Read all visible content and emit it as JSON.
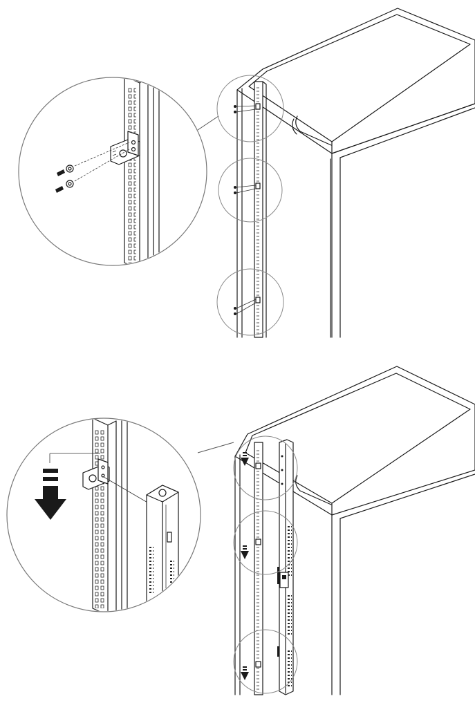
{
  "figure": {
    "steps": [
      {
        "name": "attach-mounting-brackets",
        "screws_per_bracket": 2,
        "bracket_count": 3
      },
      {
        "name": "hang-pdu-on-rail",
        "arrow_direction": "down",
        "hang_points": 3
      }
    ],
    "colors": {
      "line": "#1a1a1a",
      "background": "#ffffff",
      "circle": "#777777"
    }
  }
}
